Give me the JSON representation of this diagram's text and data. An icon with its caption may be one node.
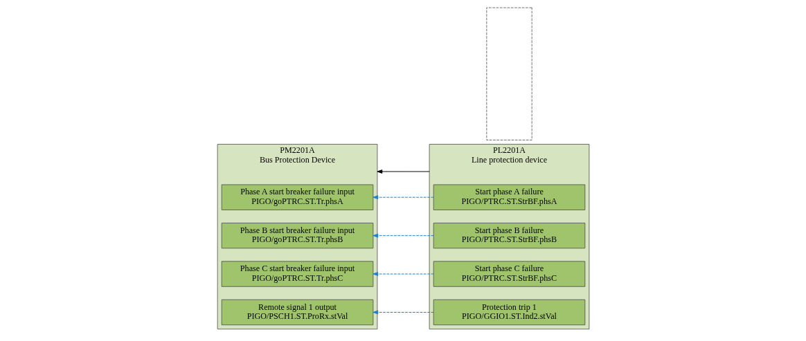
{
  "diagram": {
    "nodes": [
      {
        "text": [
          "PM2201A",
          "Bus Protection Device"
        ]
      },
      {
        "text": [
          "Phase A start breaker failure input",
          "PIGO/goPTRC.ST.Tr.phsA"
        ],
        "in": 0
      },
      {
        "text": [
          "Phase B start breaker failure input",
          "PIGO/goPTRC.ST.Tr.phsB"
        ],
        "in": 0
      },
      {
        "text": [
          "Phase C start breaker failure input",
          "PIGO/goPTRC.ST.Tr.phsC"
        ],
        "in": 0
      },
      {
        "text": [
          "Remote signal 1 output",
          "PIGO/PSCH1.ST.ProRx.stVal"
        ],
        "in": 0
      },
      {
        "text": [
          "PL2201A",
          "Line protection device"
        ]
      },
      {
        "text": [
          "Start phase A failure",
          "PIGO/PTRC.ST.StrBF.phsA"
        ],
        "in": 5
      },
      {
        "text": [
          "Start phase B failure",
          "PIGO/PTRC.ST.StrBF.phsB"
        ],
        "in": 5
      },
      {
        "text": [
          "Start phase C failure",
          "PIGO/PTRC.ST.StrBF.phsC"
        ],
        "in": 5
      },
      {
        "text": [
          "Protection trip 1",
          "PIGO/GGIO1.ST.Ind2.stVal"
        ],
        "in": 5
      },
      {
        "text": [],
        "shape": "box"
      }
    ],
    "edges": [
      {
        "from": 5,
        "to": 0,
        "arrow": "to",
        "color": "#000000"
      },
      {
        "from": 6,
        "to": 1,
        "arrow": "to",
        "style": "dashed",
        "color": "#1f7fd0"
      },
      {
        "from": 7,
        "to": 2,
        "arrow": "to",
        "style": "dashed",
        "color": "#1f7fd0"
      },
      {
        "from": 8,
        "to": 3,
        "arrow": "to",
        "style": "dashed",
        "color": "#1f7fd0"
      },
      {
        "from": 9,
        "to": 4,
        "arrow": "to",
        "style": "dashed",
        "color": "#1f7fd0"
      }
    ]
  }
}
